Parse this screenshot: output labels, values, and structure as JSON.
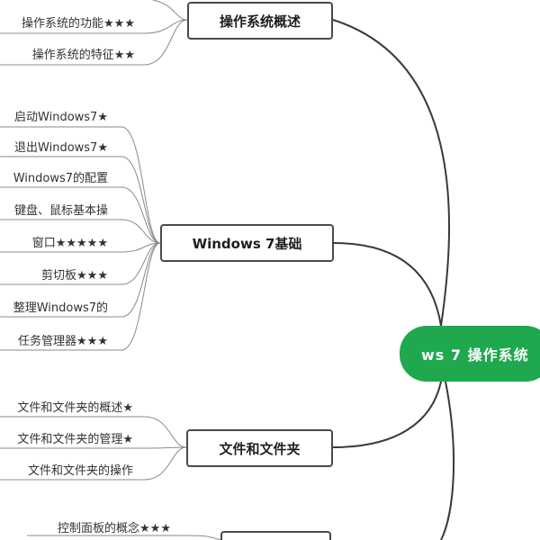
{
  "root": {
    "label": "ws 7 操作系统"
  },
  "branches": [
    {
      "label": "操作系统概述",
      "items": [
        "操作系统的功能★★★",
        "操作系统的特征★★"
      ]
    },
    {
      "label": "Windows 7基础",
      "items": [
        "启动Windows7★",
        "退出Windows7★",
        "Windows7的配置",
        "键盘、鼠标基本操",
        "窗口★★★★★",
        "剪切板★★★",
        "整理Windows7的",
        "任务管理器★★★"
      ]
    },
    {
      "label": "文件和文件夹",
      "items": [
        "文件和文件夹的概述★",
        "文件和文件夹的管理★",
        "文件和文件夹的操作"
      ]
    },
    {
      "label": "",
      "items": [
        "控制面板的概念★★★"
      ]
    }
  ],
  "colors": {
    "root_fill": "#1fa84e",
    "line": "#3a3a3a",
    "leaf_line": "#8a8a8a",
    "branch_border": "#4a4a4a"
  }
}
